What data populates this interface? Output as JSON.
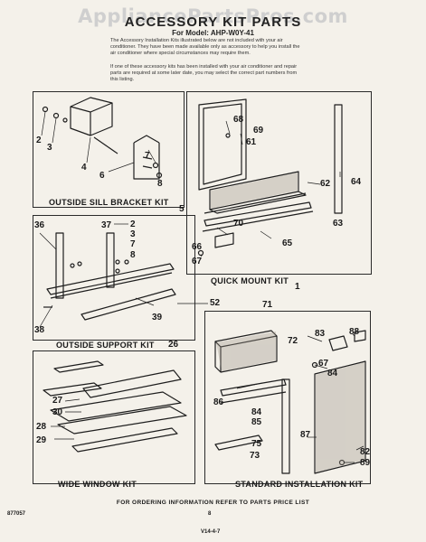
{
  "header": {
    "watermark": "AppliancePartsPros.com",
    "title": "ACCESSORY KIT PARTS",
    "subtitle": "For Model: AHP-W0Y-41"
  },
  "intro": {
    "paragraph_1": "The Accessory Installation Kits illustrated below are not included with your air conditioner. They have been made available only as accessory to help you install the air conditioner where special circumstances may require them.",
    "paragraph_2": "If one of these accessory kits has been installed with your air conditioner and repair parts are required at some later date, you may select the correct part numbers from this listing."
  },
  "panels": {
    "outside_sill": {
      "label": "OUTSIDE SILL BRACKET KIT",
      "callout": "5",
      "parts": [
        "2",
        "3",
        "4",
        "6",
        "7",
        "8"
      ]
    },
    "outside_support": {
      "label": "OUTSIDE SUPPORT KIT",
      "callout": "26",
      "parts": [
        "36",
        "37",
        "2",
        "3",
        "7",
        "8",
        "38",
        "39",
        "52"
      ]
    },
    "quick_mount": {
      "label": "QUICK MOUNT KIT",
      "callout": "1",
      "parts": [
        "68",
        "69",
        "61",
        "62",
        "64",
        "63",
        "70",
        "66",
        "67",
        "65"
      ]
    },
    "wide_window": {
      "label": "WIDE WINDOW KIT",
      "parts": [
        "27",
        "30",
        "28",
        "29"
      ]
    },
    "standard_install": {
      "label": "STANDARD INSTALLATION KIT",
      "callout": "71",
      "parts": [
        "72",
        "83",
        "88",
        "67",
        "84",
        "86",
        "84",
        "85",
        "87",
        "73",
        "75",
        "82",
        "89"
      ]
    }
  },
  "footer": {
    "note": "FOR ORDERING INFORMATION REFER TO PARTS PRICE LIST",
    "doc_number": "877057",
    "page_number": "8",
    "bottom_code": "V14-4-7"
  }
}
